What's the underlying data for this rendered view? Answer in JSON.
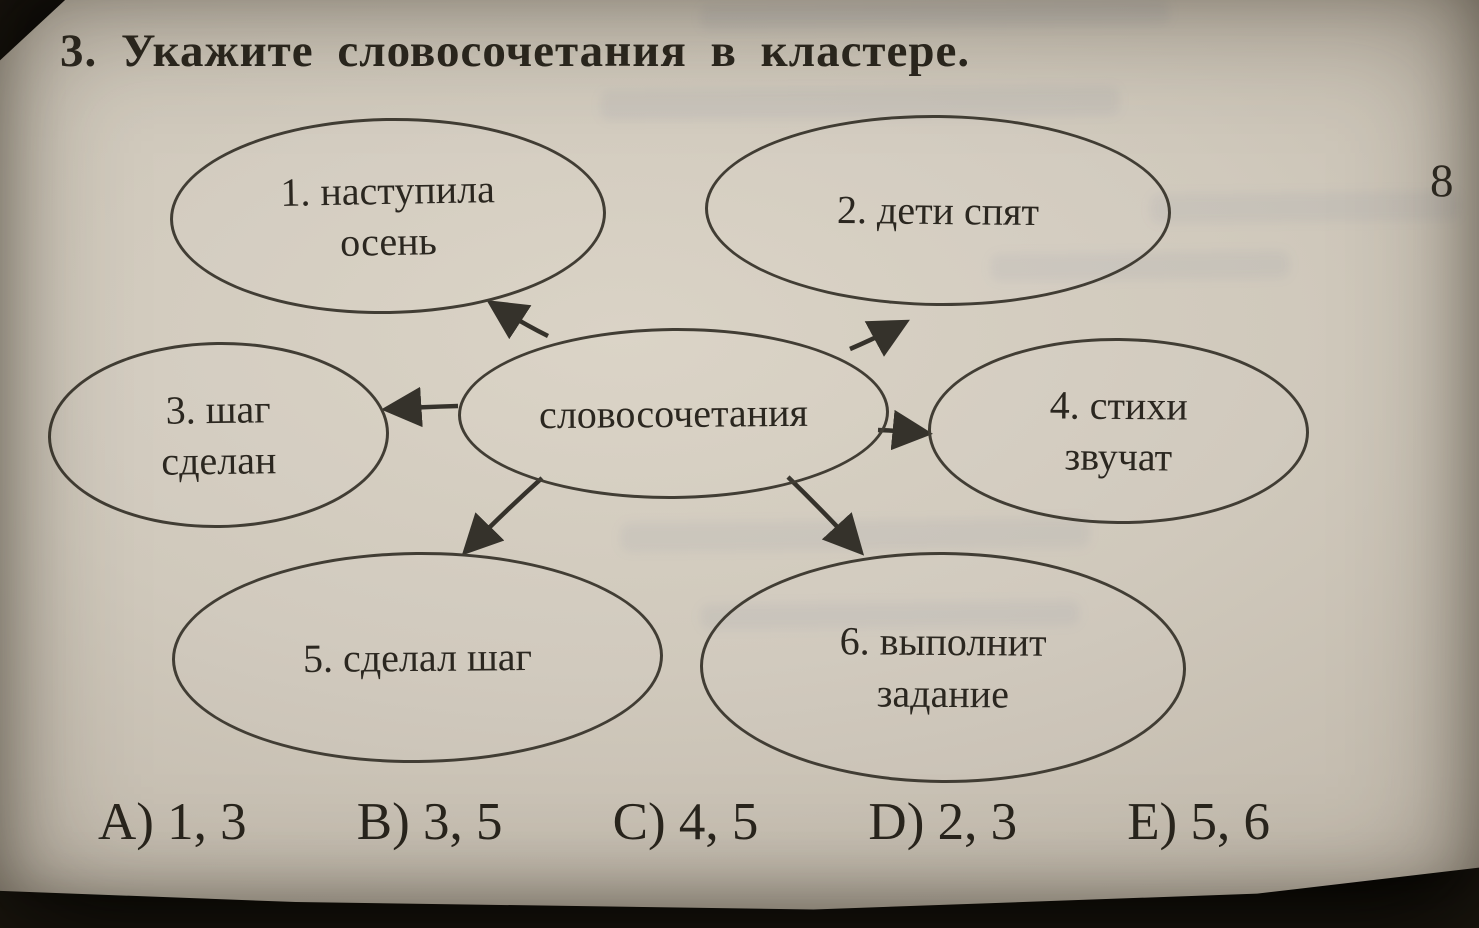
{
  "page": {
    "title": "3. Укажите словосочетания в кластере.",
    "side_number": "8"
  },
  "diagram": {
    "center_label": "словосочетания",
    "nodes": [
      {
        "lines": [
          "1. наступила",
          "осень"
        ]
      },
      {
        "lines": [
          "2. дети спят"
        ]
      },
      {
        "lines": [
          "3. шаг",
          "сделан"
        ]
      },
      {
        "lines": [
          "4. стихи",
          "звучат"
        ]
      },
      {
        "lines": [
          "5. сделал шаг"
        ]
      },
      {
        "lines": [
          "6. выполнит",
          "задание"
        ]
      }
    ]
  },
  "answers": [
    {
      "label": "A) 1, 3"
    },
    {
      "label": "B) 3, 5"
    },
    {
      "label": "C) 4, 5"
    },
    {
      "label": "D) 2, 3"
    },
    {
      "label": "E) 5, 6"
    }
  ]
}
